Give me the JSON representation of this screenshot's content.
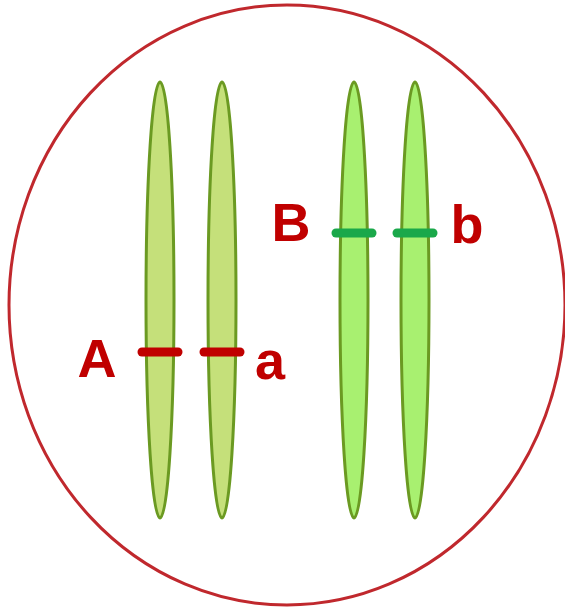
{
  "diagram": {
    "labels": [
      "B",
      "b",
      "A",
      "a"
    ]
  }
}
